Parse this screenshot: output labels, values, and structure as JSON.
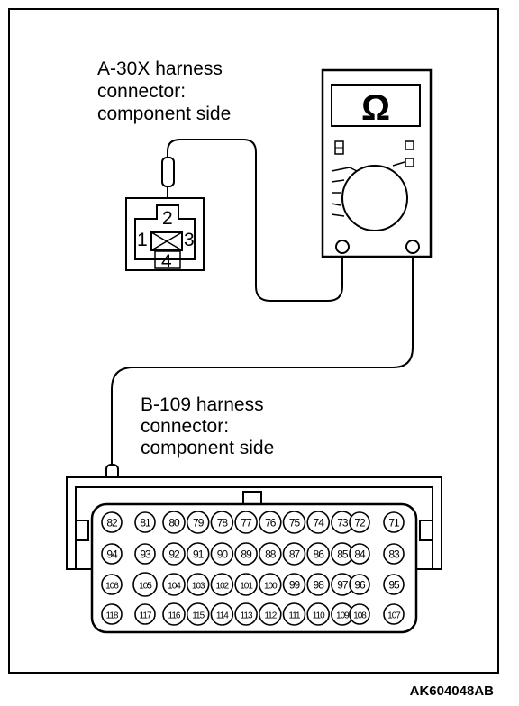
{
  "labels": {
    "a30x": [
      "A-30X harness",
      "connector:",
      "component side"
    ],
    "b109": [
      "B-109 harness",
      "connector:",
      "component side"
    ],
    "figure_code": "AK604048AB"
  },
  "meter": {
    "display": "Ω"
  },
  "a30x_connector": {
    "pins": [
      {
        "id": "2",
        "label": "2"
      },
      {
        "id": "1",
        "label": "1"
      },
      {
        "id": "3",
        "label": "3"
      },
      {
        "id": "4",
        "label": "4"
      }
    ]
  },
  "b109_connector": {
    "rows": [
      [
        "82",
        "81",
        "80",
        "79",
        "78",
        "77",
        "76",
        "75",
        "74",
        "73",
        "72",
        "71"
      ],
      [
        "94",
        "93",
        "92",
        "91",
        "90",
        "89",
        "88",
        "87",
        "86",
        "85",
        "84",
        "83"
      ],
      [
        "106",
        "105",
        "104",
        "103",
        "102",
        "101",
        "100",
        "99",
        "98",
        "97",
        "96",
        "95"
      ],
      [
        "118",
        "117",
        "116",
        "115",
        "114",
        "113",
        "112",
        "111",
        "110",
        "109",
        "108",
        "107"
      ]
    ]
  }
}
